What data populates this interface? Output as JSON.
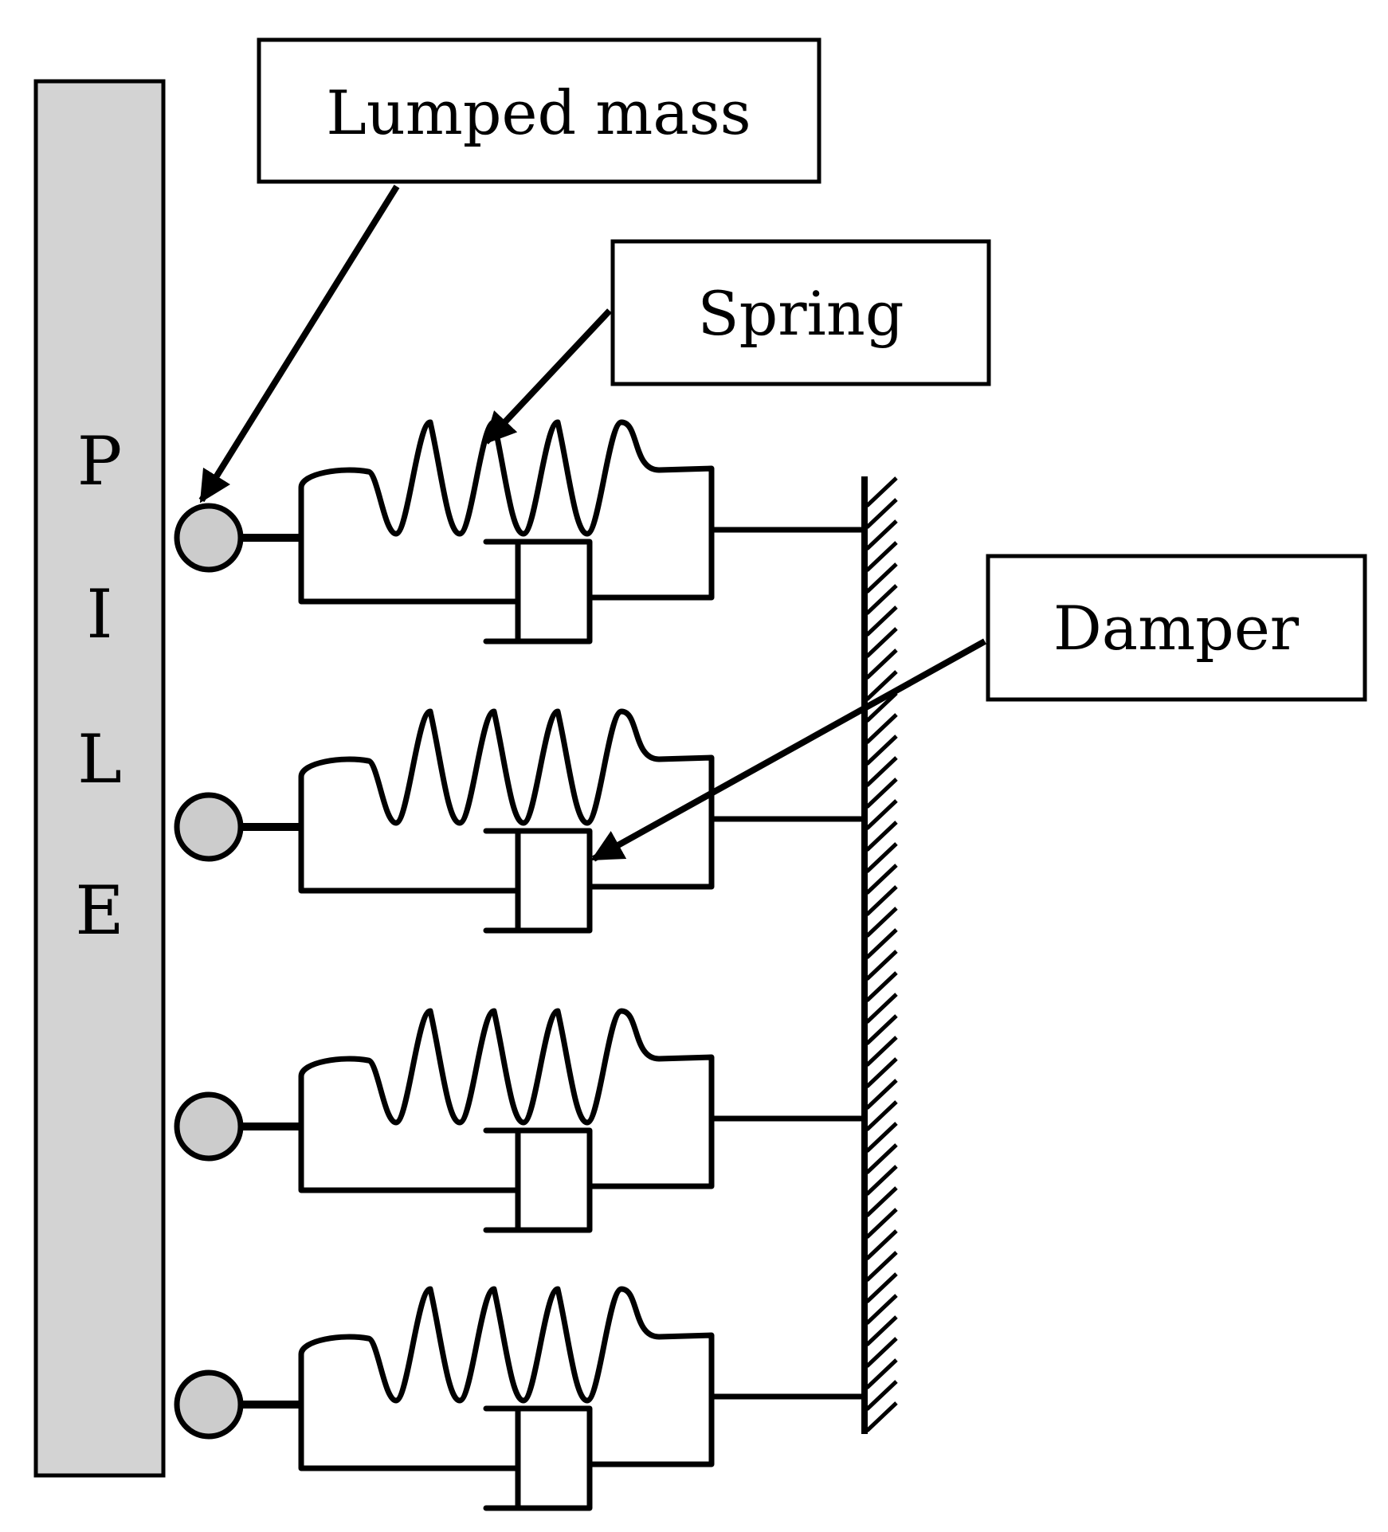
{
  "pile": {
    "letters": [
      "P",
      "I",
      "L",
      "E"
    ],
    "fill": "#d3d3d3"
  },
  "labels": {
    "lumped_mass": "Lumped mass",
    "spring": "Spring",
    "damper": "Damper"
  },
  "assembly_count": 4,
  "colors": {
    "stroke": "#000000",
    "mass_fill": "#cccccc",
    "background": "#ffffff"
  }
}
